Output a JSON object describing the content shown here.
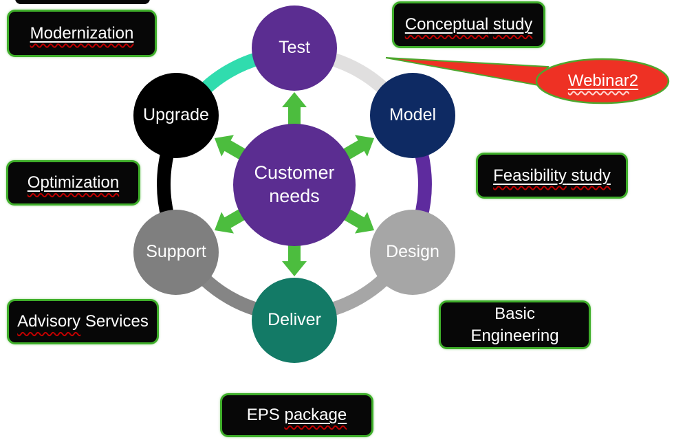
{
  "palette": {
    "background": "#ffffff",
    "box_fill": "#070707",
    "box_border": "#3fae2a",
    "text": "#ffffff",
    "wavy": "#c00000",
    "arrow": "#4cbd3e"
  },
  "center": {
    "lines": [
      "Customer",
      "needs"
    ],
    "color": "#5b2d91"
  },
  "circles": [
    {
      "id": "test",
      "label": "Test",
      "color": "#5b2d91"
    },
    {
      "id": "model",
      "label": "Model",
      "color": "#0e2a63"
    },
    {
      "id": "design",
      "label": "Design",
      "color": "#a6a6a6"
    },
    {
      "id": "deliver",
      "label": "Deliver",
      "color": "#137a66"
    },
    {
      "id": "support",
      "label": "Support",
      "color": "#7f7f7f"
    },
    {
      "id": "upgrade",
      "label": "Upgrade",
      "color": "#000000"
    }
  ],
  "ring": {
    "upgrade_test": "#30dcae",
    "test_model": "#e0dfdf",
    "model_design": "#5e2b9e",
    "design_deliver": "#a6a6a6",
    "deliver_support": "#858585",
    "support_upgrade": "#000000"
  },
  "callout": {
    "fill": "#ee3124",
    "border": "#4ea72e",
    "segments": [
      {
        "t": "Webinar",
        "u": "sw",
        "wc": "#ffd9d4"
      },
      {
        "t": " 2",
        "u": "s"
      }
    ]
  },
  "boxes": [
    {
      "id": "modernization",
      "seglines": [
        [
          {
            "t": "Modernization",
            "u": "sw"
          }
        ]
      ]
    },
    {
      "id": "conceptual_study",
      "seglines": [
        [
          {
            "t": "Conceptual",
            "u": "sw"
          },
          {
            "t": " ",
            "u": "s"
          },
          {
            "t": "study",
            "u": "sw"
          }
        ]
      ]
    },
    {
      "id": "optimization",
      "seglines": [
        [
          {
            "t": "Optimization",
            "u": "sw"
          }
        ]
      ]
    },
    {
      "id": "feasibility_study",
      "seglines": [
        [
          {
            "t": "Feasibility",
            "u": "sw"
          },
          {
            "t": " ",
            "u": "s"
          },
          {
            "t": "study",
            "u": "sw"
          }
        ]
      ]
    },
    {
      "id": "advisory_services",
      "seglines": [
        [
          {
            "t": "Advisory",
            "u": "w"
          },
          {
            "t": " Services",
            "u": ""
          }
        ]
      ]
    },
    {
      "id": "basic_engineering",
      "seglines": [
        [
          {
            "t": "Basic",
            "u": ""
          }
        ],
        [
          {
            "t": "Engineering",
            "u": ""
          }
        ]
      ]
    },
    {
      "id": "eps_package",
      "seglines": [
        [
          {
            "t": "EPS ",
            "u": ""
          },
          {
            "t": "package",
            "u": "sw"
          }
        ]
      ]
    }
  ]
}
